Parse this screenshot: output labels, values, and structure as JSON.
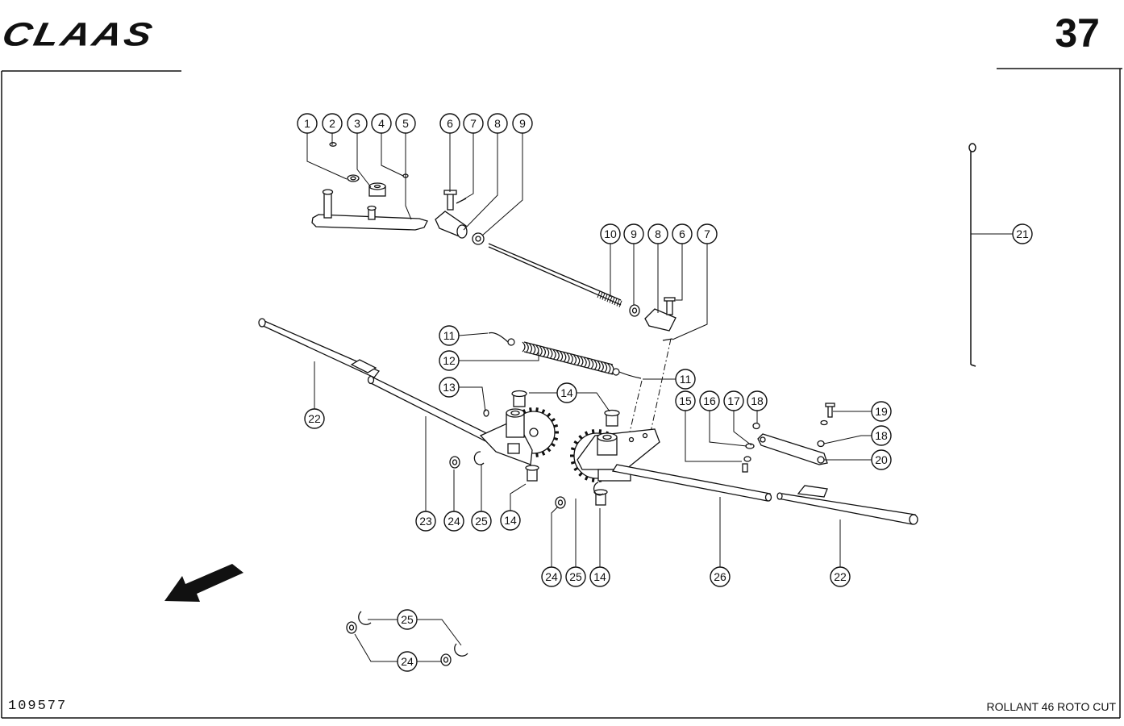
{
  "header": {
    "brand": "CLAAS",
    "page_number": "37"
  },
  "footer": {
    "drawing_number": "109577",
    "model": "ROLLANT 46 ROTO CUT"
  },
  "callouts": [
    {
      "label": "1"
    },
    {
      "label": "2"
    },
    {
      "label": "3"
    },
    {
      "label": "4"
    },
    {
      "label": "5"
    },
    {
      "label": "6"
    },
    {
      "label": "7"
    },
    {
      "label": "8"
    },
    {
      "label": "9"
    },
    {
      "label": "10"
    },
    {
      "label": "9"
    },
    {
      "label": "8"
    },
    {
      "label": "6"
    },
    {
      "label": "7"
    },
    {
      "label": "11"
    },
    {
      "label": "12"
    },
    {
      "label": "11"
    },
    {
      "label": "13"
    },
    {
      "label": "14"
    },
    {
      "label": "15"
    },
    {
      "label": "16"
    },
    {
      "label": "17"
    },
    {
      "label": "18"
    },
    {
      "label": "19"
    },
    {
      "label": "18"
    },
    {
      "label": "20"
    },
    {
      "label": "21"
    },
    {
      "label": "22"
    },
    {
      "label": "23"
    },
    {
      "label": "24"
    },
    {
      "label": "25"
    },
    {
      "label": "14"
    },
    {
      "label": "24"
    },
    {
      "label": "25"
    },
    {
      "label": "14"
    },
    {
      "label": "26"
    },
    {
      "label": "22"
    },
    {
      "label": "25"
    },
    {
      "label": "24"
    }
  ]
}
